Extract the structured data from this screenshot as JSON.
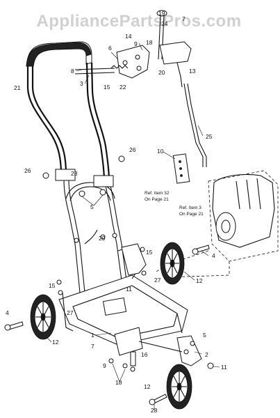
{
  "watermark": "AppliancePartsPros.com",
  "refs": [
    {
      "line1": "Ref. Item 32",
      "line2": "On Page 21"
    },
    {
      "line1": "Ref. Item 3",
      "line2": "On Page 21"
    }
  ],
  "callouts": [
    "19",
    "24",
    "7",
    "14",
    "9",
    "18",
    "6",
    "20",
    "13",
    "8",
    "3",
    "15",
    "22",
    "21",
    "25",
    "26",
    "10",
    "26",
    "23",
    "5",
    "29",
    "15",
    "4",
    "12",
    "11",
    "27",
    "15",
    "4",
    "27",
    "12",
    "1",
    "7",
    "9",
    "16",
    "18",
    "2",
    "5",
    "11",
    "12",
    "28"
  ]
}
